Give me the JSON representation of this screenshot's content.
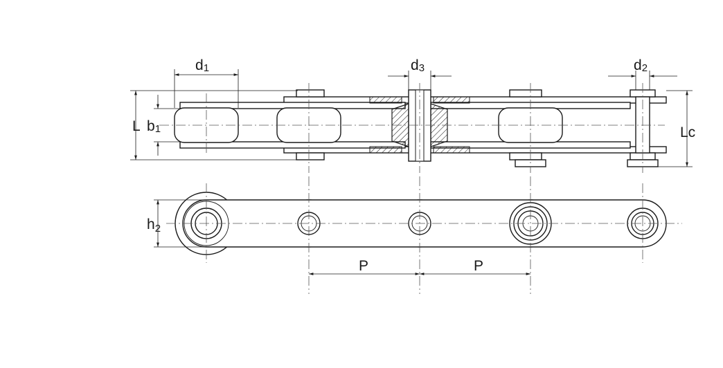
{
  "diagram": {
    "labels": {
      "d1": {
        "main": "d",
        "sub": "1"
      },
      "d3": {
        "main": "d",
        "sub": "3"
      },
      "d2": {
        "main": "d",
        "sub": "2"
      },
      "L": {
        "main": "L",
        "sub": ""
      },
      "b1": {
        "main": "b",
        "sub": "1"
      },
      "Lc": {
        "main": "Lc",
        "sub": ""
      },
      "h2": {
        "main": "h",
        "sub": "2"
      },
      "P_left": {
        "main": "P",
        "sub": ""
      },
      "P_right": {
        "main": "P",
        "sub": ""
      }
    },
    "colors": {
      "line": "#1a1a1a",
      "centerline": "#555555",
      "background": "#ffffff"
    }
  }
}
